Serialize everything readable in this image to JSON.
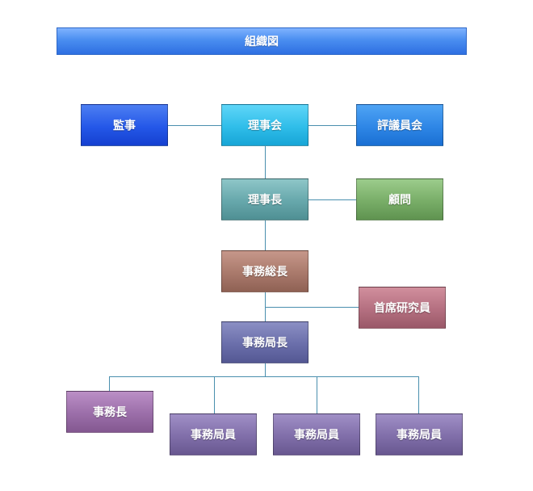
{
  "title": "組織図",
  "nodes": {
    "kanji": "監事",
    "rijikai": "理事会",
    "hyogiinkai": "評議員会",
    "rijicho": "理事長",
    "komon": "顧問",
    "jimusocho": "事務総長",
    "shuseki": "首席研究員",
    "jimukyokucho": "事務局長",
    "jimucho": "事務長",
    "jimukyokuin_1": "事務局員",
    "jimukyokuin_2": "事務局員",
    "jimukyokuin_3": "事務局員"
  },
  "colors": {
    "connector": "#4a8fae",
    "title_bar": "#3a7ff0"
  }
}
